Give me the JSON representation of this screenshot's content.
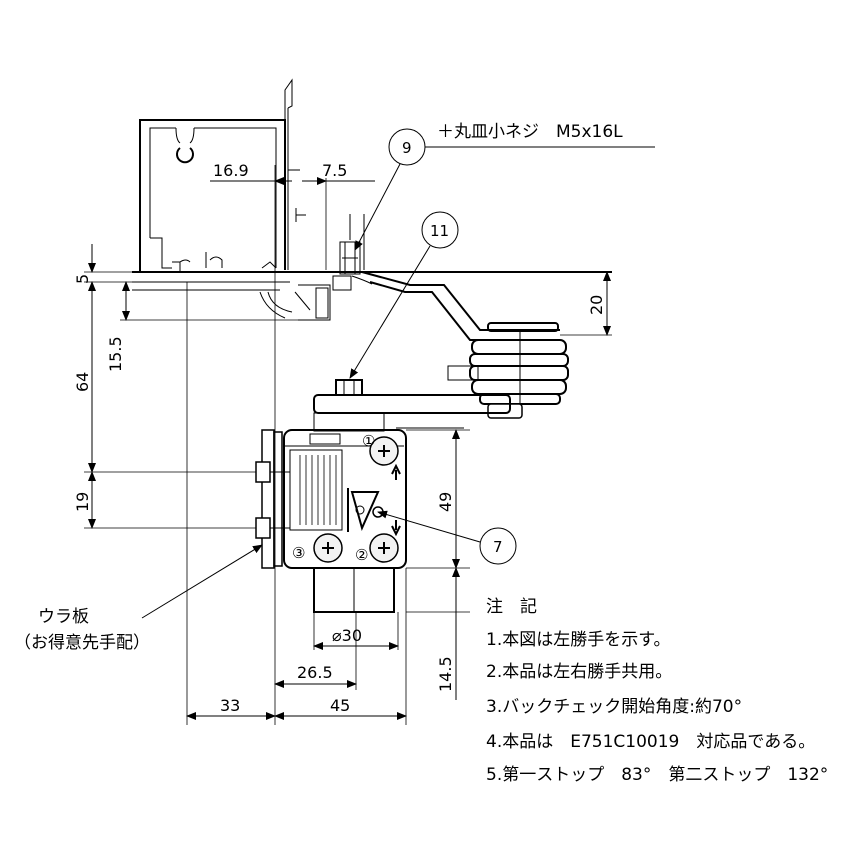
{
  "screw_label": "＋丸皿小ネジ　M5x16L",
  "callouts": [
    "9",
    "11",
    "7"
  ],
  "dimensions": {
    "d_16_9": "16.9",
    "d_7_5": "7.5",
    "d_5": "5",
    "d_20": "20",
    "d_15_5": "15.5",
    "d_64": "64",
    "d_19": "19",
    "d_49": "49",
    "d_30": "⌀30",
    "d_26_5": "26.5",
    "d_14_5": "14.5",
    "d_33": "33",
    "d_45": "45"
  },
  "back_plate_label": [
    "ウラ板",
    "（お得意先手配）"
  ],
  "notes": {
    "title": "注　記",
    "items": [
      "1.本図は左勝手を示す。",
      "2.本品は左右勝手共用。",
      "3.バックチェック開始角度:約70°",
      "4.本品は　E751C10019　対応品である。",
      "5.第一ストップ　83°　第二ストップ　132°"
    ]
  },
  "device_marks": [
    "①",
    "②",
    "③"
  ]
}
